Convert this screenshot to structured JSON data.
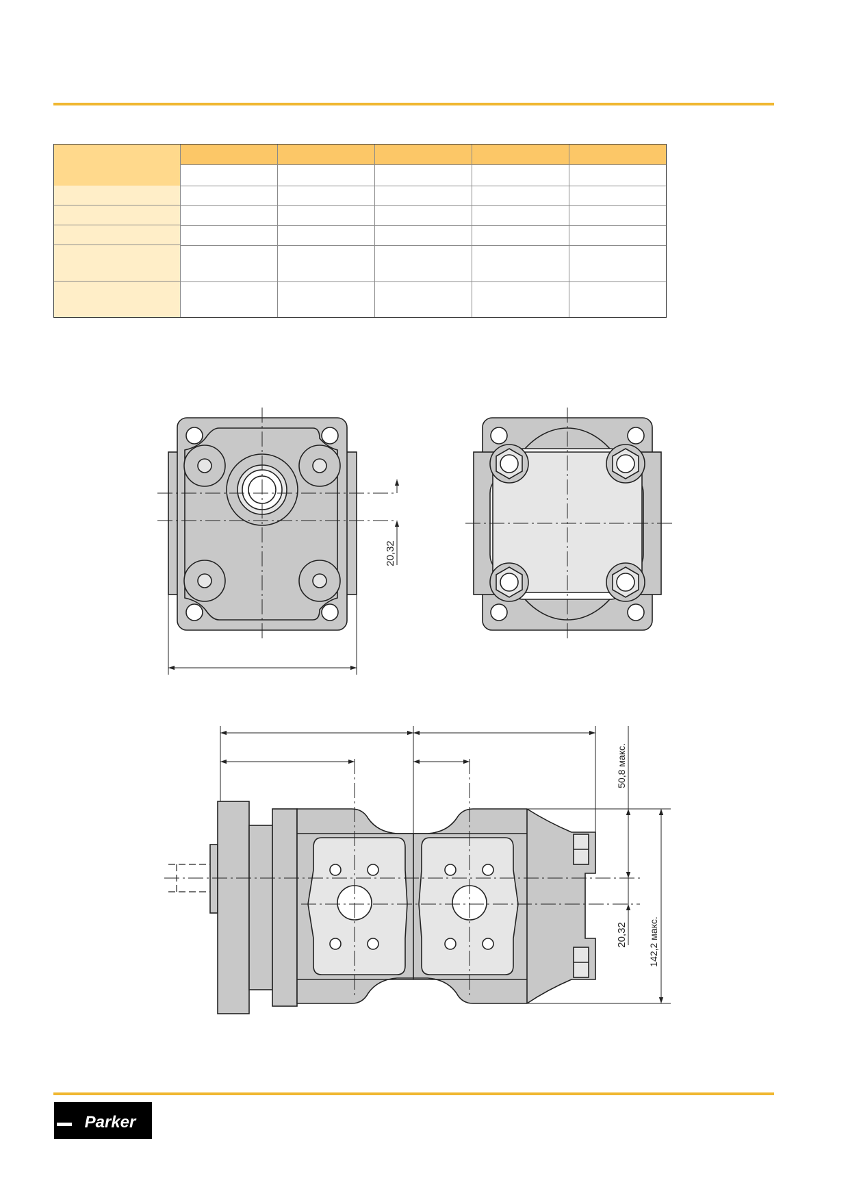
{
  "brand": {
    "logo_text": "Parker"
  },
  "colors": {
    "accent_rule": "#f0b731",
    "header_fill": "#fcc767",
    "label_fill": "#ffeec8",
    "corner_fill": "#ffd98c",
    "part_fill": "#c8c8c8",
    "port_fill": "#e6e6e6"
  },
  "table": {
    "columns": 5,
    "rows": 6,
    "cells_empty": true
  },
  "drawing": {
    "front_view": {
      "dim_offset": "20,32"
    },
    "side_view": {
      "dim_top": "50,8 макс.",
      "dim_offset": "20,32",
      "dim_height": "142,2 макс."
    }
  }
}
